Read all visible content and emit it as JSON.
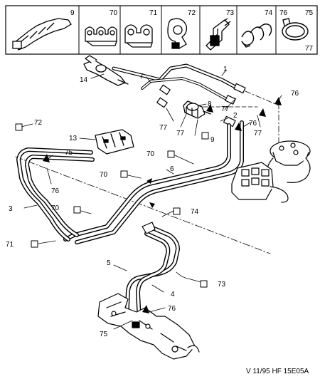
{
  "legend": {
    "cells": [
      {
        "num": "9",
        "icon": "shield-clip-icon"
      },
      {
        "num": "70",
        "icon": "triple-clip-icon"
      },
      {
        "num": "71",
        "icon": "double-clip-icon"
      },
      {
        "num": "72",
        "icon": "ring-clip-icon"
      },
      {
        "num": "73",
        "icon": "bracket-clip-icon"
      },
      {
        "num": "74",
        "icon": "spring-clip-icon"
      },
      {
        "num_a": "76",
        "num_b": "75",
        "num_c": "77",
        "icon": "hose-clamp-icon"
      }
    ]
  },
  "callouts": {
    "c1": "1",
    "c2": "2",
    "c3": "3",
    "c4": "4",
    "c5": "5",
    "c6": "6",
    "c7": "7",
    "c8": "8",
    "c9": "9",
    "c13": "13",
    "c14": "14",
    "c70a": "70",
    "c70b": "70",
    "c70c": "70",
    "c71": "71",
    "c72": "72",
    "c73": "73",
    "c74": "74",
    "c75a": "75",
    "c75b": "75",
    "c76a": "76",
    "c76b": "76",
    "c76c": "76",
    "c76d": "76",
    "c77a": "77",
    "c77b": "77",
    "c77c": "77",
    "c77d": "77"
  },
  "reference": "V 11/95 HF 15E05A"
}
